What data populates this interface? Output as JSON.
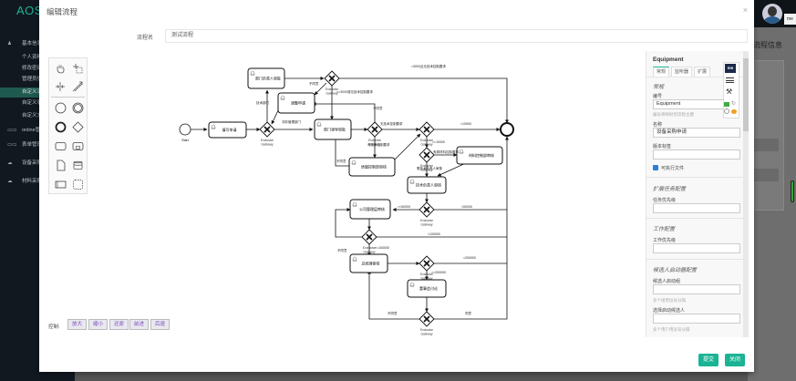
{
  "app": {
    "logo": "AOS",
    "sidebar": [
      {
        "icon": "user-icon",
        "glyph": "♟",
        "label": "基本信息",
        "level": 1
      },
      {
        "label": "个人资料",
        "level": 2
      },
      {
        "label": "修改密码",
        "level": 2
      },
      {
        "label": "管理员信息",
        "level": 2
      },
      {
        "label": "自定义流程",
        "level": 2,
        "active": true
      },
      {
        "label": "自定义表单",
        "level": 2
      },
      {
        "label": "自定义文件",
        "level": 2
      },
      {
        "icon": "grid-icon",
        "glyph": "▭▭",
        "label": "online管理",
        "level": 1
      },
      {
        "icon": "grid-icon",
        "glyph": "▭▭",
        "label": "表单管理",
        "level": 1
      },
      {
        "icon": "cloud-icon",
        "glyph": "☁",
        "label": "设备采购",
        "level": 1
      },
      {
        "icon": "cloud-icon",
        "glyph": "☁",
        "label": "材料采购",
        "level": 1
      }
    ],
    "right_panel_title": "流程信息",
    "me_label": "me",
    "colors": {
      "accent": "#1ab394",
      "sidebar_bg": "#111820",
      "active_item": "#1f5a50",
      "link_purple": "#7b4bb8"
    }
  },
  "modal": {
    "title": "编辑流程",
    "close_label": "×",
    "name_label": "流程名",
    "name_value": "测试流程",
    "palette": [
      "hand-tool-icon",
      "lasso-tool-icon",
      "space-tool-icon",
      "connect-tool-icon",
      "start-event-icon",
      "intermediate-event-icon",
      "end-event-icon",
      "gateway-icon",
      "task-icon",
      "subprocess-icon",
      "data-object-icon",
      "data-store-icon",
      "pool-icon",
      "group-icon"
    ],
    "controls": {
      "label": "控制:",
      "buttons": [
        "放大",
        "缩小",
        "还原",
        "前进",
        "后退"
      ]
    },
    "footer": {
      "submit": "提交",
      "close": "关闭"
    }
  },
  "diagram": {
    "start_label": "Start",
    "gateway_label": [
      "Exclusive",
      "Gateway"
    ],
    "tasks": {
      "apply": "填写申请",
      "dept_head": "部门负责人审批",
      "adjust": "调整申请",
      "dept_approve": "部门领导审批",
      "quality_control": "质量控制部审核",
      "material_control": "材料控制部审核",
      "tech_lead": "技术负责人审核",
      "company_mgmt": "公司管理层审核",
      "gm_approve": "总经理审核",
      "board_meeting": "董事会讨论"
    },
    "flow_labels": {
      "tech_dept": "技术部门",
      "non_mgmt_dept": "非非管理部门",
      "not_agree_1": "不同意",
      "under_3000": "<3000且无技术控制要求",
      "over_3000": ">=3000或无技术控制要求",
      "not_agree_2": "不同意",
      "no_tech_req": "无技术控制要求",
      "has_tech_req": "有技术控制要求",
      "lt_10000": "<10000",
      "gte_10000": ">=10000",
      "needs_material": "有原材料控制要求",
      "needs_tech_lead": "需技术负责人审核",
      "not_agree_3": "不同意",
      "gte_50000": ">=50000",
      "lt_50000": "<50000",
      "lt_100000": "<100000",
      "gte_100000": ">=100000",
      "not_agree_4": "不同意",
      "lt_200000": "<200000",
      "gte_200000": ">=200000",
      "not_agree_5": "不同意",
      "agree": "同意"
    }
  },
  "properties": {
    "title": "Equipment",
    "tabs": [
      "常规",
      "监听器",
      "扩展"
    ],
    "active_tab": 0,
    "general_section": "常规",
    "id_label": "编号",
    "id_value": "Equipment",
    "id_hint": "编号将映射到流程主键",
    "name_label": "名称",
    "name_value": "设备采购申请",
    "version_label": "版本标签",
    "version_value": "",
    "executable_label": "可执行文件",
    "executable_checked": true,
    "ext_section": "扩展任务配置",
    "task_priority_label": "任务优先级",
    "task_priority_value": "",
    "job_section": "工作配置",
    "job_priority_label": "工作优先级",
    "job_priority_value": "",
    "candidate_section": "候选人启动器配置",
    "candidate_group_label": "候选人启动组",
    "candidate_group_value": "",
    "candidate_group_hint": "多个组用逗号分隔",
    "candidate_user_label": "选择启动候选人",
    "candidate_user_value": "",
    "candidate_user_hint": "多个用户用逗号分隔",
    "side_tools": [
      "me-icon",
      "menu-icon",
      "magic-wand-icon",
      "image-icon",
      "refresh-icon",
      "info-icon",
      "eye-icon"
    ]
  }
}
